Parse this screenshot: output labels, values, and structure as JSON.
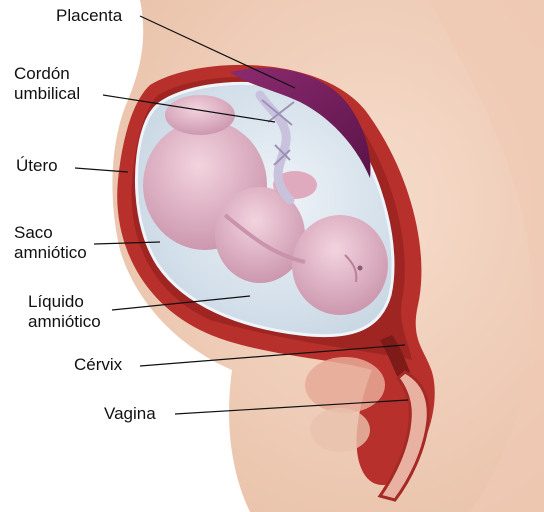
{
  "labels": {
    "placenta": "Placenta",
    "cordon_line1": "Cordón",
    "cordon_line2": "umbilical",
    "utero": "Útero",
    "saco_line1": "Saco",
    "saco_line2": "amniótico",
    "liquido_line1": "Líquido",
    "liquido_line2": "amniótico",
    "cervix": "Cérvix",
    "vagina": "Vagina"
  },
  "colors": {
    "skin": "#f2d2bd",
    "skin_shadow": "#e2b49b",
    "uterus_wall": "#b8302b",
    "uterus_dark": "#8e1f1c",
    "amniotic_fluid": "#d8e4ee",
    "placenta": "#6e1b58",
    "fetus": "#e8bccb",
    "fetus_shadow": "#c995ab",
    "cord": "#c9c2dc",
    "leader_line": "#111111"
  },
  "icons": {
    "illustration": "pregnancy-cross-section-illustration"
  }
}
